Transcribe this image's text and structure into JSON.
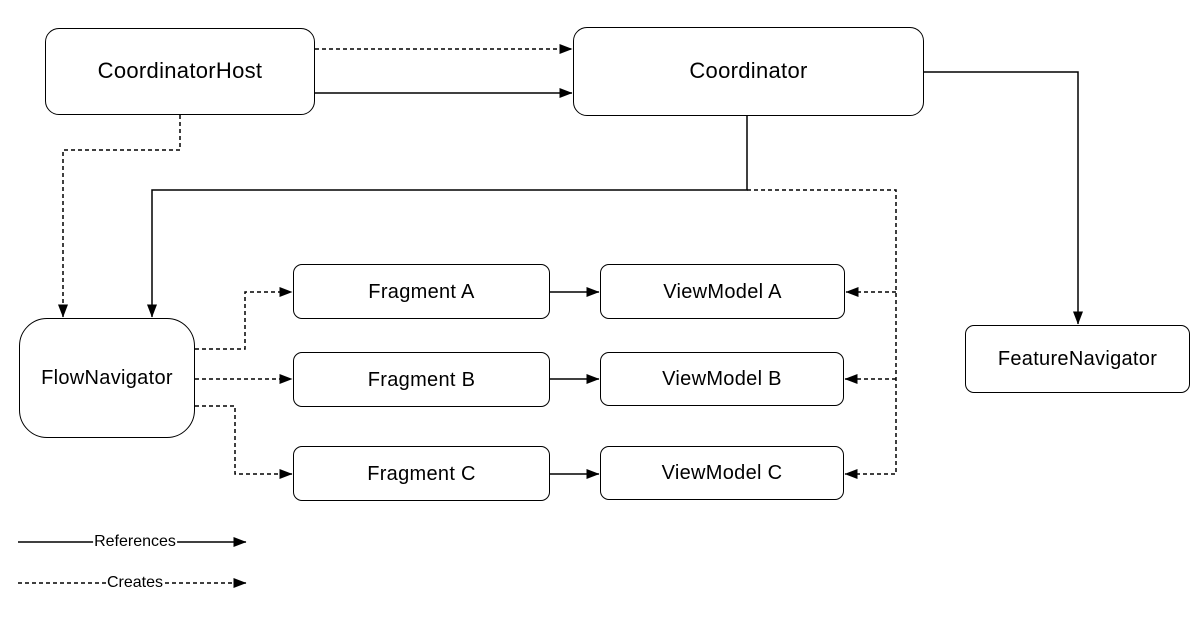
{
  "diagram": {
    "nodes": {
      "coordinator_host": {
        "label": "CoordinatorHost"
      },
      "coordinator": {
        "label": "Coordinator"
      },
      "flow_navigator": {
        "label": "FlowNavigator"
      },
      "feature_navigator": {
        "label": "FeatureNavigator"
      },
      "fragment_a": {
        "label": "Fragment A"
      },
      "fragment_b": {
        "label": "Fragment B"
      },
      "fragment_c": {
        "label": "Fragment C"
      },
      "viewmodel_a": {
        "label": "ViewModel A"
      },
      "viewmodel_b": {
        "label": "ViewModel B"
      },
      "viewmodel_c": {
        "label": "ViewModel C"
      }
    },
    "edges": [
      {
        "from": "CoordinatorHost",
        "to": "Coordinator",
        "type": "creates"
      },
      {
        "from": "CoordinatorHost",
        "to": "Coordinator",
        "type": "references"
      },
      {
        "from": "CoordinatorHost",
        "to": "FlowNavigator",
        "type": "creates"
      },
      {
        "from": "Coordinator",
        "to": "FlowNavigator",
        "type": "references"
      },
      {
        "from": "Coordinator",
        "to": "FeatureNavigator",
        "type": "references"
      },
      {
        "from": "Coordinator",
        "to": "ViewModel A",
        "type": "creates"
      },
      {
        "from": "Coordinator",
        "to": "ViewModel B",
        "type": "creates"
      },
      {
        "from": "Coordinator",
        "to": "ViewModel C",
        "type": "creates"
      },
      {
        "from": "FlowNavigator",
        "to": "Fragment A",
        "type": "creates"
      },
      {
        "from": "FlowNavigator",
        "to": "Fragment B",
        "type": "creates"
      },
      {
        "from": "FlowNavigator",
        "to": "Fragment C",
        "type": "creates"
      },
      {
        "from": "Fragment A",
        "to": "ViewModel A",
        "type": "references"
      },
      {
        "from": "Fragment B",
        "to": "ViewModel B",
        "type": "references"
      },
      {
        "from": "Fragment C",
        "to": "ViewModel C",
        "type": "references"
      }
    ],
    "legend": {
      "references_label": "References",
      "creates_label": "Creates"
    },
    "colors": {
      "stroke": "#000000",
      "node_fill": "#ffffff",
      "background": "#ffffff"
    }
  }
}
